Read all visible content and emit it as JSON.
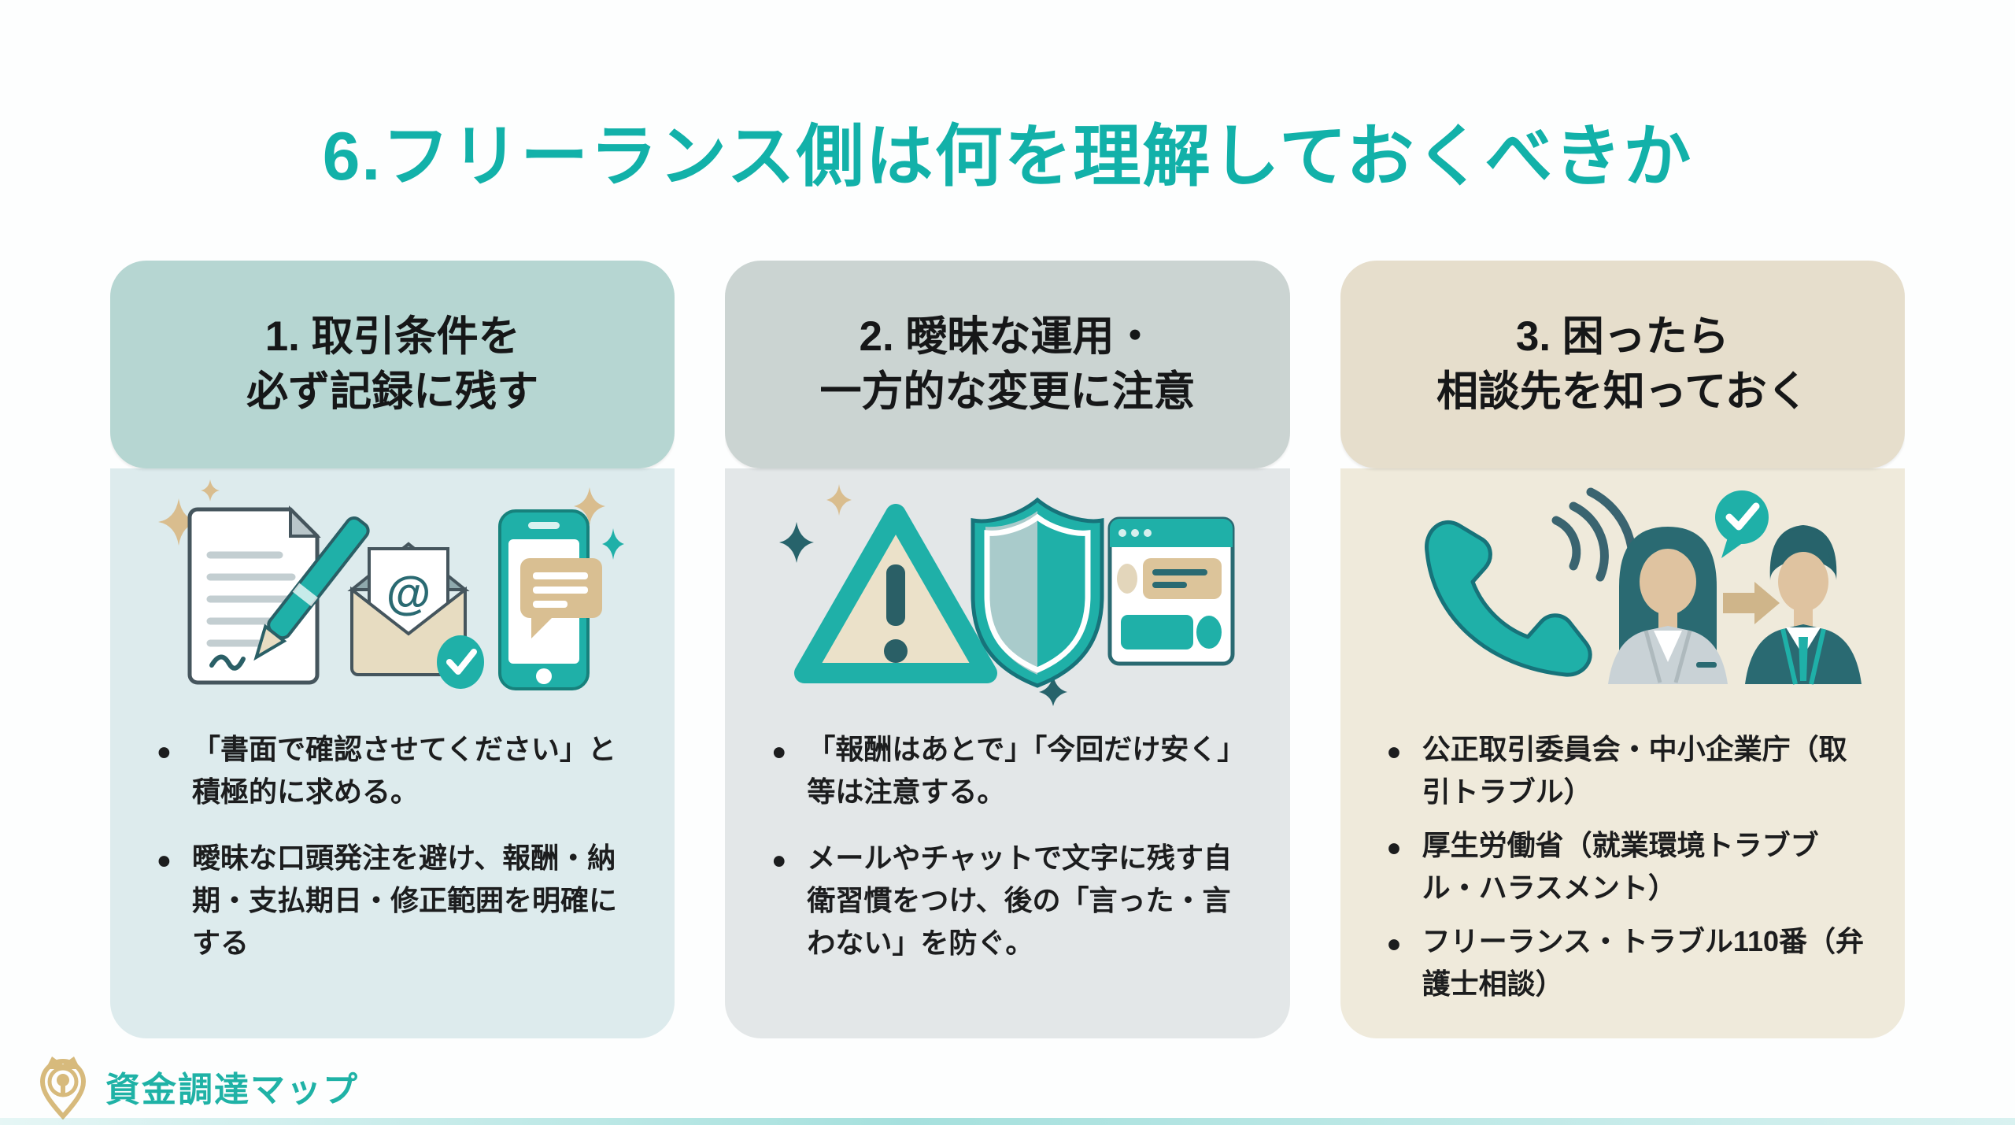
{
  "page": {
    "title": "6.フリーランス側は何を理解しておくべきか",
    "title_color": "#12b1a9",
    "background_color": "#fdfefe",
    "accent_teal": "#1fb0a8",
    "accent_dark_teal": "#2a6a72",
    "accent_tan": "#d9bd8e"
  },
  "cards": [
    {
      "number": "1",
      "header_line1": "1. 取引条件を",
      "header_line2": "必ず記録に残す",
      "header_bg": "#b6d6d2",
      "body_bg": "#ddebed",
      "icons": [
        "document-pen-icon",
        "email-at-check-icon",
        "smartphone-chat-icon",
        "sparkle-icons"
      ],
      "bullets": [
        "「書面で確認させてください」と積極的に求める。",
        "曖昧な口頭発注を避け、報酬・納期・支払期日・修正範囲を明確にする"
      ]
    },
    {
      "number": "2",
      "header_line1": "2. 曖昧な運用・",
      "header_line2": "一方的な変更に注意",
      "header_bg": "#cbd4d2",
      "body_bg": "#e3e7e8",
      "icons": [
        "warning-triangle-icon",
        "shield-icon",
        "chat-window-icon",
        "sparkle-icons"
      ],
      "bullets": [
        "「報酬はあとで」「今回だけ安く」等は注意する。",
        "メールやチャットで文字に残す自衛習慣をつけ、後の「言った・言わない」を防ぐ。"
      ]
    },
    {
      "number": "3",
      "header_line1": "3. 困ったら",
      "header_line2": "相談先を知っておく",
      "header_bg": "#e6decc",
      "body_bg": "#efeadb",
      "icons": [
        "phone-call-icon",
        "consultant-woman-icon",
        "check-bubble-icon",
        "arrow-right-icon",
        "advisor-man-icon"
      ],
      "bullets": [
        "公正取引委員会・中小企業庁（取引トラブル）",
        "厚生労働省（就業環境トラブブル・ハラスメント）",
        "フリーランス・トラブル110番（弁護士相談）"
      ]
    }
  ],
  "footer": {
    "logo_text": "資金調達マップ",
    "logo_text_color": "#1fb2a6",
    "logo_icon": "crown-map-pin-icon",
    "logo_icon_color": "#d7ba7c"
  }
}
